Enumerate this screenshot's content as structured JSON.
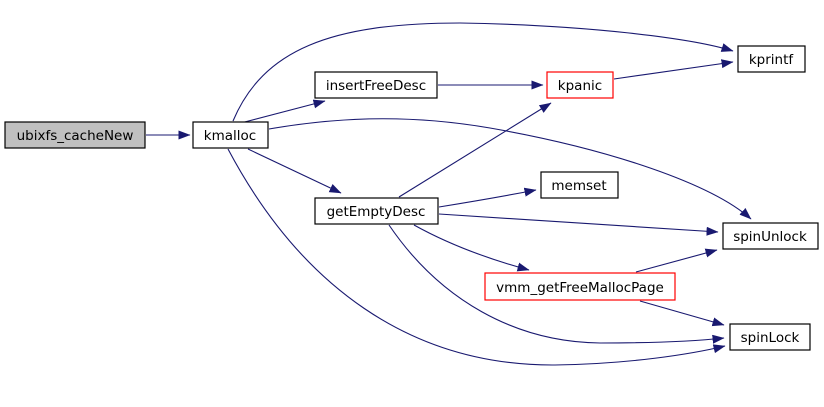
{
  "diagram": {
    "type": "call-graph",
    "background": "#ffffff",
    "colors": {
      "edge": "#191970",
      "node_border": "#000000",
      "node_fill": "#ffffff",
      "root_node_fill": "#c0c0c0",
      "truncated_node_border": "#ff0000",
      "text": "#000000"
    },
    "nodes": [
      {
        "id": "ubixfs_cacheNew",
        "label": "ubixfs_cacheNew",
        "style": "root"
      },
      {
        "id": "kmalloc",
        "label": "kmalloc",
        "style": "normal"
      },
      {
        "id": "insertFreeDesc",
        "label": "insertFreeDesc",
        "style": "normal"
      },
      {
        "id": "kpanic",
        "label": "kpanic",
        "style": "truncated"
      },
      {
        "id": "kprintf",
        "label": "kprintf",
        "style": "normal"
      },
      {
        "id": "getEmptyDesc",
        "label": "getEmptyDesc",
        "style": "normal"
      },
      {
        "id": "memset",
        "label": "memset",
        "style": "normal"
      },
      {
        "id": "spinUnlock",
        "label": "spinUnlock",
        "style": "normal"
      },
      {
        "id": "vmm_getFreeMallocPage",
        "label": "vmm_getFreeMallocPage",
        "style": "truncated"
      },
      {
        "id": "spinLock",
        "label": "spinLock",
        "style": "normal"
      }
    ],
    "edges": [
      {
        "from": "ubixfs_cacheNew",
        "to": "kmalloc"
      },
      {
        "from": "kmalloc",
        "to": "insertFreeDesc"
      },
      {
        "from": "kmalloc",
        "to": "kprintf"
      },
      {
        "from": "kmalloc",
        "to": "getEmptyDesc"
      },
      {
        "from": "kmalloc",
        "to": "spinUnlock"
      },
      {
        "from": "kmalloc",
        "to": "spinLock"
      },
      {
        "from": "insertFreeDesc",
        "to": "kpanic"
      },
      {
        "from": "kpanic",
        "to": "kprintf"
      },
      {
        "from": "getEmptyDesc",
        "to": "kpanic"
      },
      {
        "from": "getEmptyDesc",
        "to": "memset"
      },
      {
        "from": "getEmptyDesc",
        "to": "spinUnlock"
      },
      {
        "from": "getEmptyDesc",
        "to": "vmm_getFreeMallocPage"
      },
      {
        "from": "getEmptyDesc",
        "to": "spinLock"
      },
      {
        "from": "vmm_getFreeMallocPage",
        "to": "spinUnlock"
      },
      {
        "from": "vmm_getFreeMallocPage",
        "to": "spinLock"
      }
    ]
  }
}
